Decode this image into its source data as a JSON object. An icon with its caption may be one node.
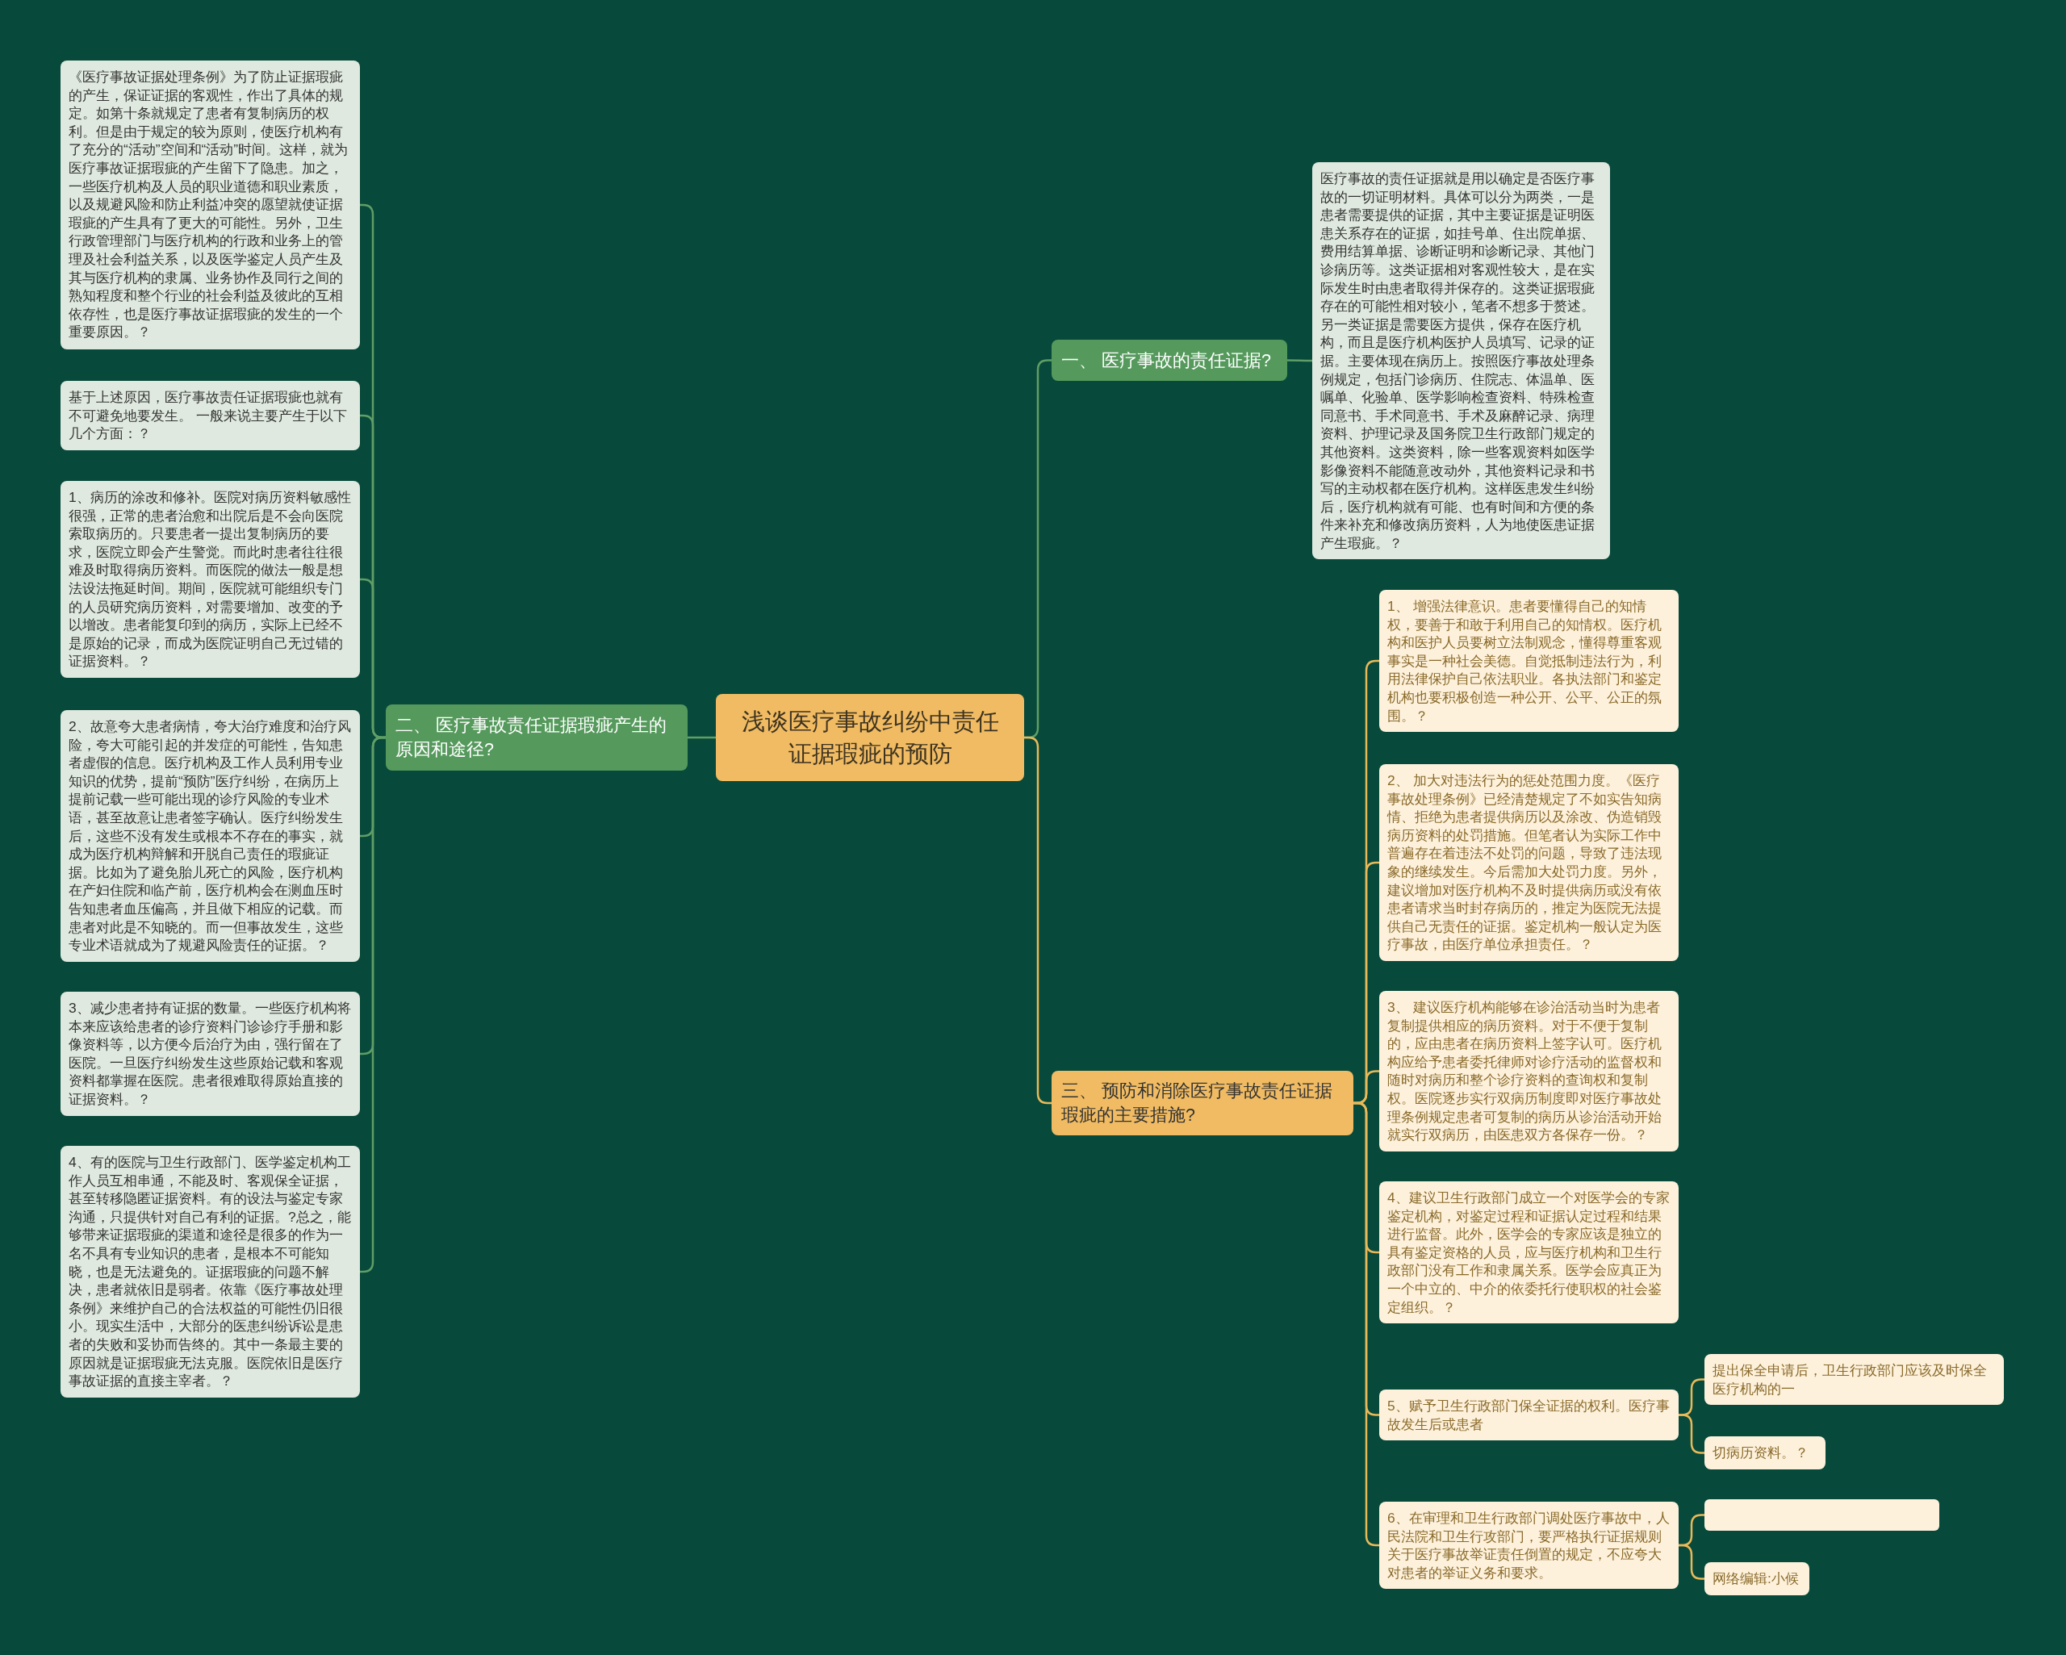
{
  "diagram": {
    "nodes": [
      {
        "text": [
          "浅谈医疗事故纠纷中责任证据瑕疵的预防"
        ]
      },
      {
        "text": [
          "一、 医疗事故的责任证据?"
        ]
      },
      {
        "text": [
          "医疗事故的责任证据就是用以确定是否医疗事故的一切证明材料。具体可以分为两类，一是患者需要提供的证据，其中主要证据是证明医患关系存在的证据，如挂号单、住出院单据、费用结算单据、诊断证明和诊断记录、其他门诊病历等。这类证据相对客观性较大，是在实际发生时由患者取得并保存的。这类证据瑕疵存在的可能性相对较小，笔者不想多于赘述。另一类证据是需要医方提供，保存在医疗机构，而且是医疗机构医护人员填写、记录的证据。主要体现在病历上。按照医疗事故处理条例规定，包括门诊病历、住院志、体温单、医嘱单、化验单、医学影响检查资料、特殊检查同意书、手术同意书、手术及麻醉记录、病理资料、护理记录及国务院卫生行政部门规定的其他资料。这类资料，除一些客观资料如医学影像资料不能随意改动外，其他资料记录和书写的主动权都在医疗机构。这样医患发生纠纷后，医疗机构就有可能、也有时间和方便的条件来补充和修改病历资料，人为地使医患证据产生瑕疵。？"
        ]
      },
      {
        "text": [
          "二、 医疗事故责任证据瑕疵产生的原因和途径?"
        ]
      },
      {
        "text": [
          "《医疗事故证据处理条例》为了防止证据瑕疵的产生，保证证据的客观性，作出了具体的规定。如第十条就规定了患者有复制病历的权利。但是由于规定的较为原则，使医疗机构有了充分的“活动”空间和“活动”时间。这样，就为医疗事故证据瑕疵的产生留下了隐患。加之，一些医疗机构及人员的职业道德和职业素质，以及规避风险和防止利益冲突的愿望就使证据瑕疵的产生具有了更大的可能性。另外，卫生行政管理部门与医疗机构的行政和业务上的管理及社会利益关系，以及医学鉴定人员产生及其与医疗机构的隶属、业务协作及同行之间的熟知程度和整个行业的社会利益及彼此的互相依存性，也是医疗事故证据瑕疵的发生的一个重要原因。？"
        ]
      },
      {
        "text": [
          "基于上述原因，医疗事故责任证据瑕疵也就有不可避免地要发生。 一般来说主要产生于以下几个方面：？"
        ]
      },
      {
        "text": [
          "1、病历的涂改和修补。医院对病历资料敏感性很强，正常的患者治愈和出院后是不会向医院索取病历的。只要患者一提出复制病历的要求，医院立即会产生警觉。而此时患者往往很难及时取得病历资料。而医院的做法一般是想法设法拖延时间。期间，医院就可能组织专门的人员研究病历资料，对需要增加、改变的予以增改。患者能复印到的病历，实际上已经不是原始的记录，而成为医院证明自己无过错的证据资料。？"
        ]
      },
      {
        "text": [
          "2、故意夸大患者病情，夸大治疗难度和治疗风险，夸大可能引起的并发症的可能性，告知患者虚假的信息。医疗机构及工作人员利用专业知识的优势，提前“预防”医疗纠纷，在病历上提前记载一些可能出现的诊疗风险的专业术语，甚至故意让患者签字确认。医疗纠纷发生后，这些不没有发生或根本不存在的事实，就成为医疗机构辩解和开脱自己责任的瑕疵证据。比如为了避免胎儿死亡的风险，医疗机构在产妇住院和临产前，医疗机构会在测血压时告知患者血压偏高，并且做下相应的记载。而患者对此是不知晓的。而一但事故发生，这些专业术语就成为了规避风险责任的证据。？"
        ]
      },
      {
        "text": [
          "3、减少患者持有证据的数量。一些医疗机构将本来应该给患者的诊疗资料门诊诊疗手册和影像资料等，以方便今后治疗为由，强行留在了医院。一旦医疗纠纷发生这些原始记载和客观资料都掌握在医院。患者很难取得原始直接的证据资料。？"
        ]
      },
      {
        "text": [
          "4、有的医院与卫生行政部门、医学鉴定机构工作人员互相串通，不能及时、客观保全证据，甚至转移隐匿证据资料。有的设法与鉴定专家沟通，只提供针对自己有利的证据。?总之，能够带来证据瑕疵的渠道和途径是很多的作为一名不具有专业知识的患者，是根本不可能知晓，也是无法避免的。证据瑕疵的问题不解决，患者就依旧是弱者。依靠《医疗事故处理条例》来维护自己的合法权益的可能性仍旧很小。现实生活中，大部分的医患纠纷诉讼是患者的失败和妥协而告终的。其中一条最主要的原因就是证据瑕疵无法克服。医院依旧是医疗事故证据的直接主宰者。？"
        ]
      },
      {
        "text": [
          "三、 预防和消除医疗事故责任证据瑕疵的主要措施?"
        ]
      },
      {
        "text": [
          "1、 增强法律意识。患者要懂得自己的知情权，要善于和敢于利用自己的知情权。医疗机构和医护人员要树立法制观念，懂得尊重客观事实是一种社会美德。自觉抵制违法行为，利用法律保护自己依法职业。各执法部门和鉴定机构也要积极创造一种公开、公平、公正的氛围。？"
        ]
      },
      {
        "text": [
          "2、 加大对违法行为的惩处范围力度。《医疗事故处理条例》已经清楚规定了不如实告知病情、拒绝为患者提供病历以及涂改、伪造销毁病历资料的处罚措施。但笔者认为实际工作中普遍存在着违法不处罚的问题，导致了违法现象的继续发生。今后需加大处罚力度。另外，建议增加对医疗机构不及时提供病历或没有依患者请求当时封存病历的，推定为医院无法提供自己无责任的证据。鉴定机构一般认定为医疗事故，由医疗单位承担责任。？"
        ]
      },
      {
        "text": [
          "3、 建议医疗机构能够在诊治活动当时为患者复制提供相应的病历资料。对于不便于复制的，应由患者在病历资料上签字认可。医疗机构应给予患者委托律师对诊疗活动的监督权和随时对病历和整个诊疗资料的查询权和复制权。医院逐步实行双病历制度即对医疗事故处理条例规定患者可复制的病历从诊治活动开始就实行双病历，由医患双方各保存一份。？"
        ]
      },
      {
        "text": [
          "4、建议卫生行政部门成立一个对医学会的专家鉴定机构，对鉴定过程和证据认定过程和结果进行监督。此外，医学会的专家应该是独立的具有鉴定资格的人员，应与医疗机构和卫生行政部门没有工作和隶属关系。医学会应真正为一个中立的、中介的依委托行使职权的社会鉴定组织。？"
        ]
      },
      {
        "text": [
          "5、赋予卫生行政部门保全证据的权利。医疗事故发生后或患者"
        ]
      },
      {
        "text": [
          "6、在审理和卫生行政部门调处医疗事故中，人民法院和卫生行攻部门，要严格执行证据规则关于医疗事故举证责任倒置的规定，不应夸大对患者的举证义务和要求。"
        ]
      },
      {
        "text": [
          "提出保全申请后，卫生行政部门应该及时保全医疗机构的一"
        ]
      },
      {
        "text": [
          "切病历资料。？"
        ]
      },
      {
        "text": [],
        "shape": "box"
      },
      {
        "text": [
          "网络编辑:小候"
        ]
      }
    ],
    "edges": [
      {
        "from": 0,
        "to": 1,
        "arrow": "none",
        "color": "#5f9e66"
      },
      {
        "from": 1,
        "to": 2,
        "arrow": "none",
        "color": "#5f9e66"
      },
      {
        "from": 0,
        "to": 3,
        "arrow": "none",
        "color": "#5f9e66"
      },
      {
        "from": 3,
        "to": 4,
        "arrow": "none",
        "color": "#5f9e66"
      },
      {
        "from": 3,
        "to": 5,
        "arrow": "none",
        "color": "#5f9e66"
      },
      {
        "from": 3,
        "to": 6,
        "arrow": "none",
        "color": "#5f9e66"
      },
      {
        "from": 3,
        "to": 7,
        "arrow": "none",
        "color": "#5f9e66"
      },
      {
        "from": 3,
        "to": 8,
        "arrow": "none",
        "color": "#5f9e66"
      },
      {
        "from": 3,
        "to": 9,
        "arrow": "none",
        "color": "#5f9e66"
      },
      {
        "from": 0,
        "to": 10,
        "arrow": "none"
      },
      {
        "from": 10,
        "to": 11,
        "arrow": "none"
      },
      {
        "from": 10,
        "to": 12,
        "arrow": "none"
      },
      {
        "from": 10,
        "to": 13,
        "arrow": "none"
      },
      {
        "from": 10,
        "to": 14,
        "arrow": "none"
      },
      {
        "from": 10,
        "to": 15,
        "arrow": "none"
      },
      {
        "from": 10,
        "to": 16,
        "arrow": "none"
      },
      {
        "from": 15,
        "to": 17,
        "arrow": "none"
      },
      {
        "from": 15,
        "to": 18,
        "arrow": "none"
      },
      {
        "from": 16,
        "to": 19,
        "arrow": "none"
      },
      {
        "from": 16,
        "to": 20,
        "arrow": "none"
      }
    ]
  }
}
